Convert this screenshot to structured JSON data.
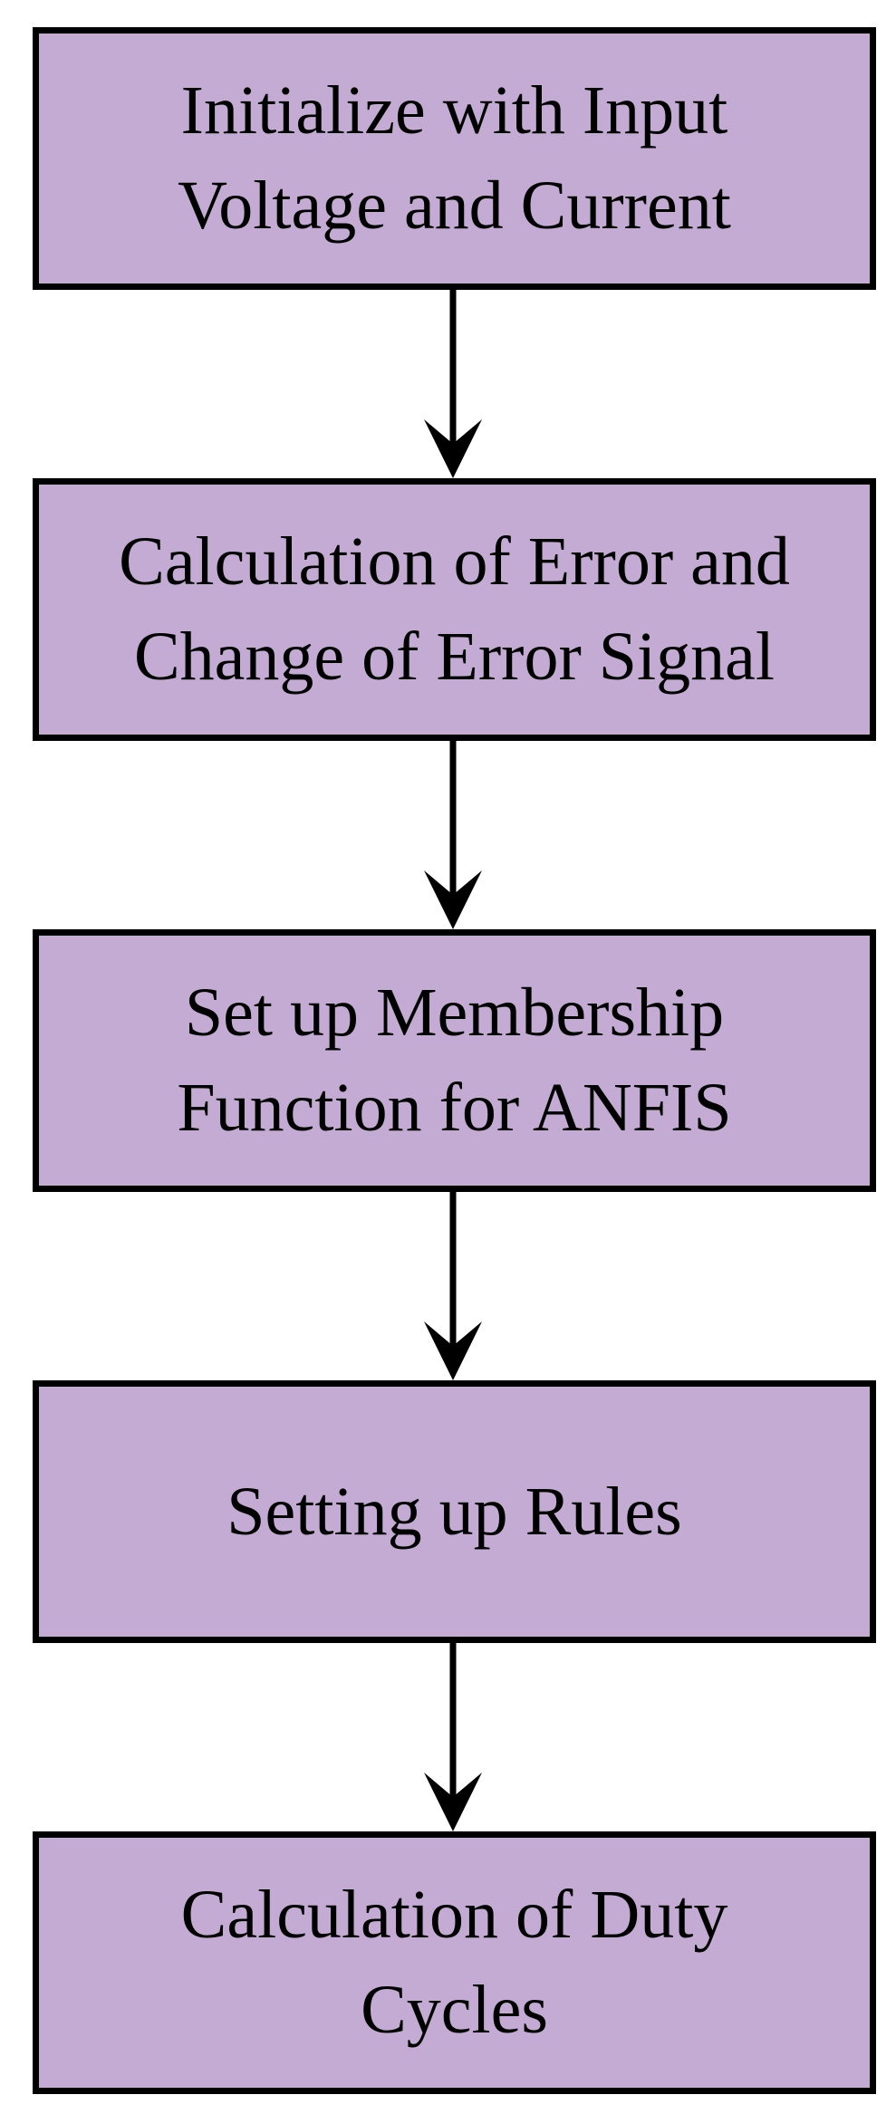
{
  "colors": {
    "box_fill": "#c4abd4",
    "box_border": "#000000",
    "arrow": "#000000",
    "text": "#000000",
    "background": "#ffffff"
  },
  "flowchart": {
    "steps": [
      {
        "label": "Initialize with Input\nVoltage and Current"
      },
      {
        "label": "Calculation of Error and\nChange of Error Signal"
      },
      {
        "label": "Set up Membership\nFunction for ANFIS"
      },
      {
        "label": "Setting up Rules"
      },
      {
        "label": "Calculation of Duty\nCycles"
      }
    ]
  }
}
